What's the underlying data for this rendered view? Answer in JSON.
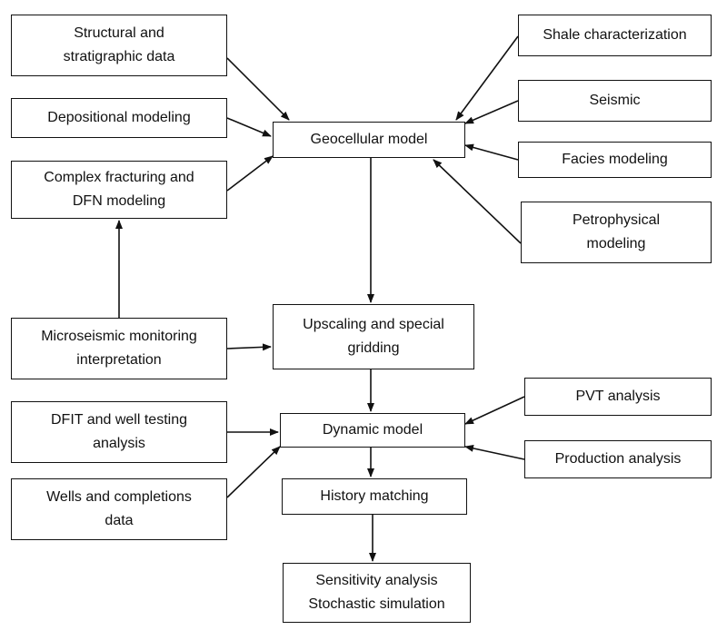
{
  "diagram": {
    "nodes": [
      {
        "id": "structural",
        "label": "Structural and\nstratigraphic data"
      },
      {
        "id": "depositional",
        "label": "Depositional modeling"
      },
      {
        "id": "fracturing",
        "label": "Complex fracturing and\nDFN modeling"
      },
      {
        "id": "shale",
        "label": "Shale characterization"
      },
      {
        "id": "seismic",
        "label": "Seismic"
      },
      {
        "id": "facies",
        "label": "Facies modeling"
      },
      {
        "id": "petrophysical",
        "label": "Petrophysical\nmodeling"
      },
      {
        "id": "geocellular",
        "label": "Geocellular model"
      },
      {
        "id": "microseismic",
        "label": "Microseismic monitoring\ninterpretation"
      },
      {
        "id": "upscaling",
        "label": "Upscaling and special\ngridding"
      },
      {
        "id": "dfit",
        "label": "DFIT and well testing\nanalysis"
      },
      {
        "id": "wells",
        "label": "Wells and completions\ndata"
      },
      {
        "id": "pvt",
        "label": "PVT analysis"
      },
      {
        "id": "production",
        "label": "Production analysis"
      },
      {
        "id": "dynamic",
        "label": "Dynamic model"
      },
      {
        "id": "history",
        "label": "History matching"
      },
      {
        "id": "sensitivity",
        "label": "Sensitivity analysis\nStochastic simulation"
      }
    ],
    "edges": [
      {
        "from": "structural",
        "to": "geocellular"
      },
      {
        "from": "depositional",
        "to": "geocellular"
      },
      {
        "from": "fracturing",
        "to": "geocellular"
      },
      {
        "from": "shale",
        "to": "geocellular"
      },
      {
        "from": "seismic",
        "to": "geocellular"
      },
      {
        "from": "facies",
        "to": "geocellular"
      },
      {
        "from": "petrophysical",
        "to": "geocellular"
      },
      {
        "from": "geocellular",
        "to": "upscaling"
      },
      {
        "from": "microseismic",
        "to": "fracturing"
      },
      {
        "from": "microseismic",
        "to": "upscaling"
      },
      {
        "from": "upscaling",
        "to": "dynamic"
      },
      {
        "from": "dfit",
        "to": "dynamic"
      },
      {
        "from": "wells",
        "to": "dynamic"
      },
      {
        "from": "pvt",
        "to": "dynamic"
      },
      {
        "from": "production",
        "to": "dynamic"
      },
      {
        "from": "dynamic",
        "to": "history"
      },
      {
        "from": "history",
        "to": "sensitivity"
      }
    ]
  }
}
